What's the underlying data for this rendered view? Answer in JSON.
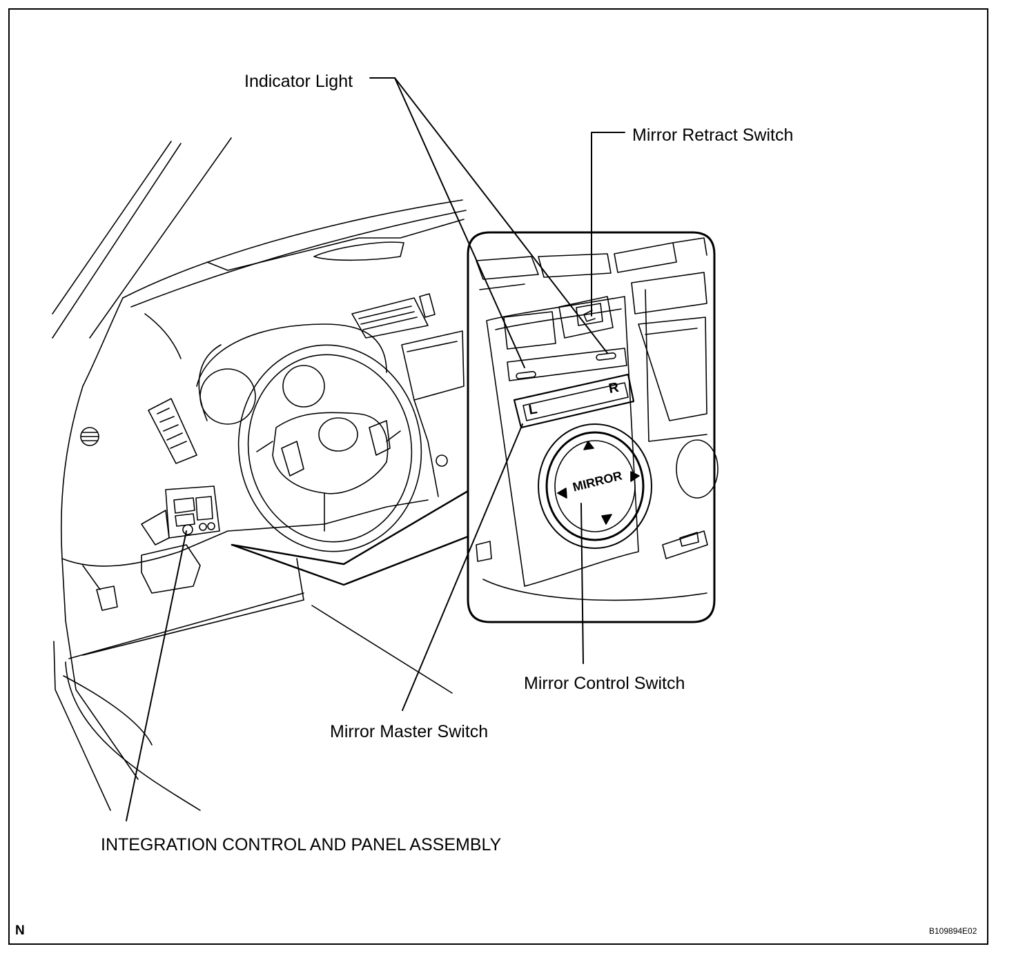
{
  "labels": {
    "indicator_light": "Indicator Light",
    "mirror_retract_switch": "Mirror Retract Switch",
    "mirror_control_switch": "Mirror Control Switch",
    "mirror_master_switch": "Mirror Master Switch",
    "integration_control": "INTEGRATION CONTROL  AND PANEL ASSEMBLY",
    "switch_l": "L",
    "switch_r": "R",
    "mirror_knob": "MIRROR"
  },
  "footer": {
    "orientation": "N",
    "figure_code": "B109894E02"
  }
}
